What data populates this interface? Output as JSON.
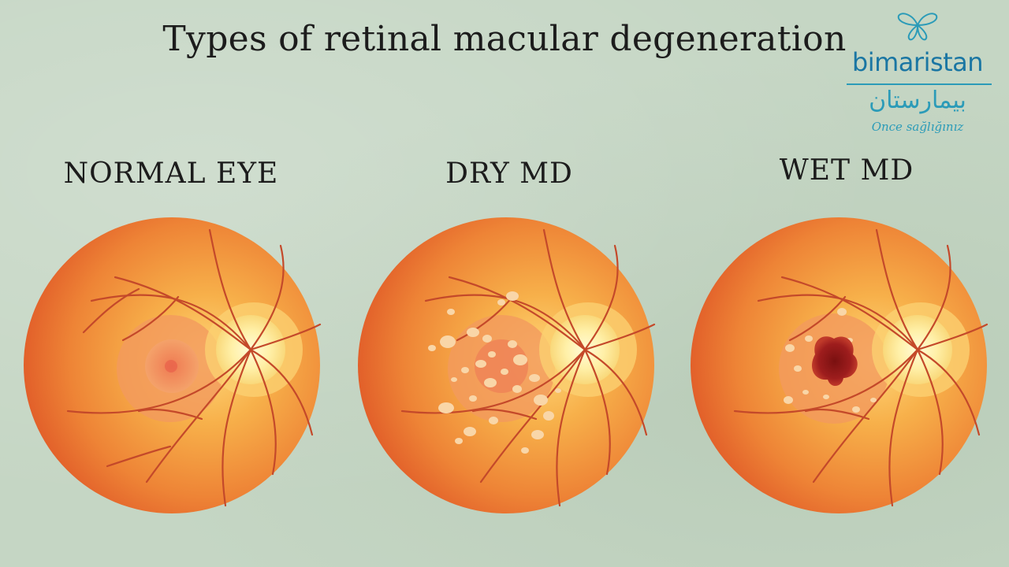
{
  "title": "Types of retinal macular degeneration",
  "labels": {
    "normal": "NORMAL EYE",
    "dry": "DRY MD",
    "wet": "WET MD"
  },
  "logo": {
    "name": "bimaristan",
    "arabic": "بيمارستان",
    "tagline": "Once sağlığınız",
    "icon": "butterfly-icon"
  },
  "colors": {
    "background": "#c5d6c4",
    "retina_outer": "#e8682e",
    "retina_inner": "#f7b04a",
    "optic_disc": "#fff0a8",
    "vessel": "#c4492a",
    "drusen": "#f9d6a8",
    "hemorrhage": "#9e1d1d",
    "brand": "#1a76a3"
  }
}
